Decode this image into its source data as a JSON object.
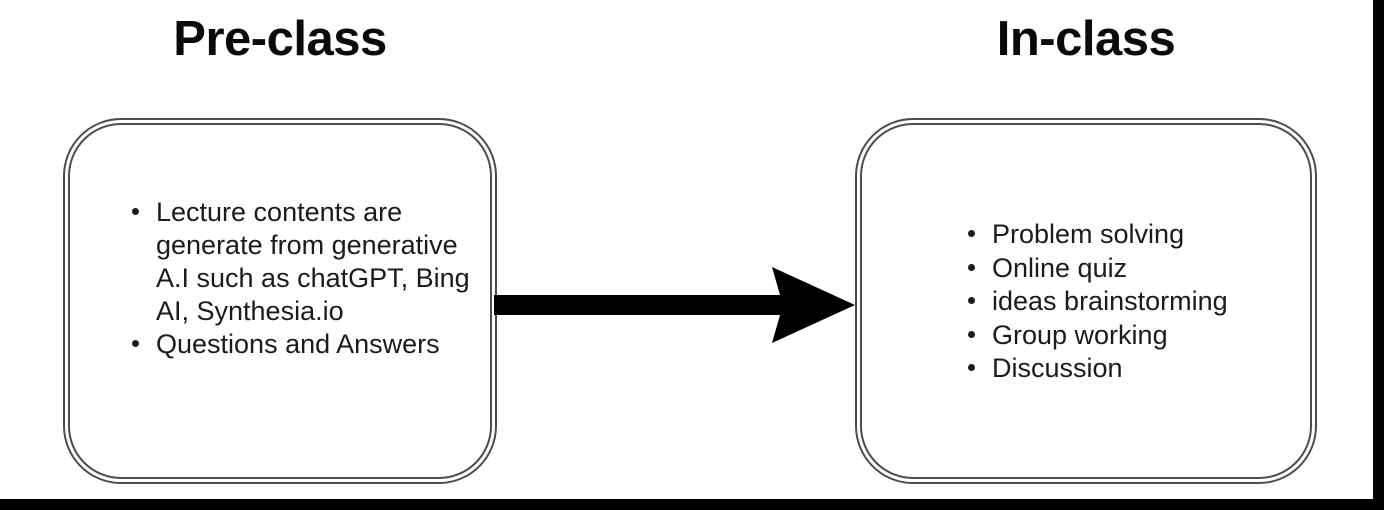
{
  "diagram": {
    "type": "two-stage flow",
    "columns": [
      {
        "id": "pre-class",
        "heading": "Pre-class",
        "items": [
          "Lecture contents are generate from generative A.I such as chatGPT, Bing AI, Synthesia.io",
          "Questions and Answers"
        ]
      },
      {
        "id": "in-class",
        "heading": "In-class",
        "items": [
          "Problem solving",
          "Online quiz",
          "ideas brainstorming",
          "Group working",
          "Discussion"
        ]
      }
    ],
    "connector": {
      "name": "arrow-right",
      "direction": "left-to-right",
      "from": "pre-class",
      "to": "in-class"
    },
    "colors": {
      "text": "#1b1b1b",
      "heading": "#0a0a0a",
      "box_stroke": "#4d4d4d",
      "arrow": "#000000",
      "frame": "#000000",
      "background": "#ffffff"
    }
  }
}
